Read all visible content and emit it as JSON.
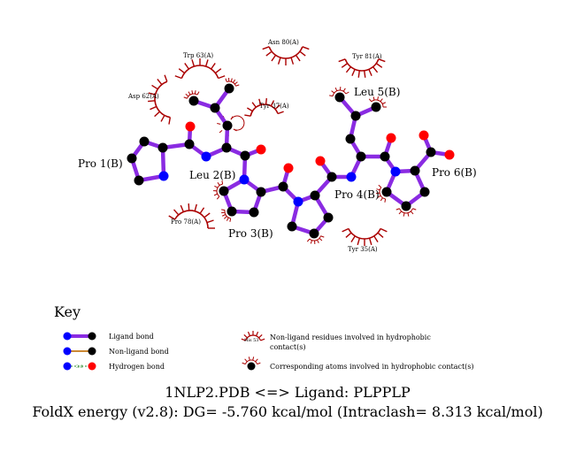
{
  "colors": {
    "ligand_bond": "#8a2be2",
    "nonligand_bond": "#cc8833",
    "hbond": "#2a8a2a",
    "carbon": "#000000",
    "oxygen": "#ff0000",
    "nitrogen": "#0000ff",
    "contact": "#aa0000",
    "residue_label": "#1a1acc",
    "text": "#000000"
  },
  "residues": [
    {
      "id": "pro1",
      "label": "Pro 1(B)"
    },
    {
      "id": "leu2",
      "label": "Leu 2(B)"
    },
    {
      "id": "pro3",
      "label": "Pro 3(B)"
    },
    {
      "id": "pro4",
      "label": "Pro 4(B)"
    },
    {
      "id": "leu5",
      "label": "Leu 5(B)"
    },
    {
      "id": "pro6",
      "label": "Pro 6(B)"
    }
  ],
  "contacts": [
    {
      "id": "trp63",
      "label": "Trp 63(A)"
    },
    {
      "id": "asn80",
      "label": "Asn 80(A)"
    },
    {
      "id": "tyr81",
      "label": "Tyr 81(A)"
    },
    {
      "id": "asp62",
      "label": "Asp 62(A)"
    },
    {
      "id": "tyr37",
      "label": "Tyr 37(A)"
    },
    {
      "id": "pro78",
      "label": "Pro 78(A)"
    },
    {
      "id": "tyr35",
      "label": "Tyr 35(A)"
    }
  ],
  "key": {
    "title": "Key",
    "ligand_bond": "Ligand bond",
    "nonligand_bond": "Non-ligand bond",
    "hbond": "Hydrogen bond",
    "hbond_distance": "3.0",
    "example_residue": "His 53",
    "nonligand_residues_line1": "Non-ligand residues involved in hydrophobic",
    "nonligand_residues_line2": "contact(s)",
    "corresponding_atoms": "Corresponding atoms involved in hydrophobic contact(s)"
  },
  "footer": {
    "line1": "1NLP2.PDB <=> Ligand: PLPPLP",
    "line2": "FoldX energy (v2.8): DG= -5.760 kcal/mol (Intraclash= 8.313 kcal/mol)"
  }
}
